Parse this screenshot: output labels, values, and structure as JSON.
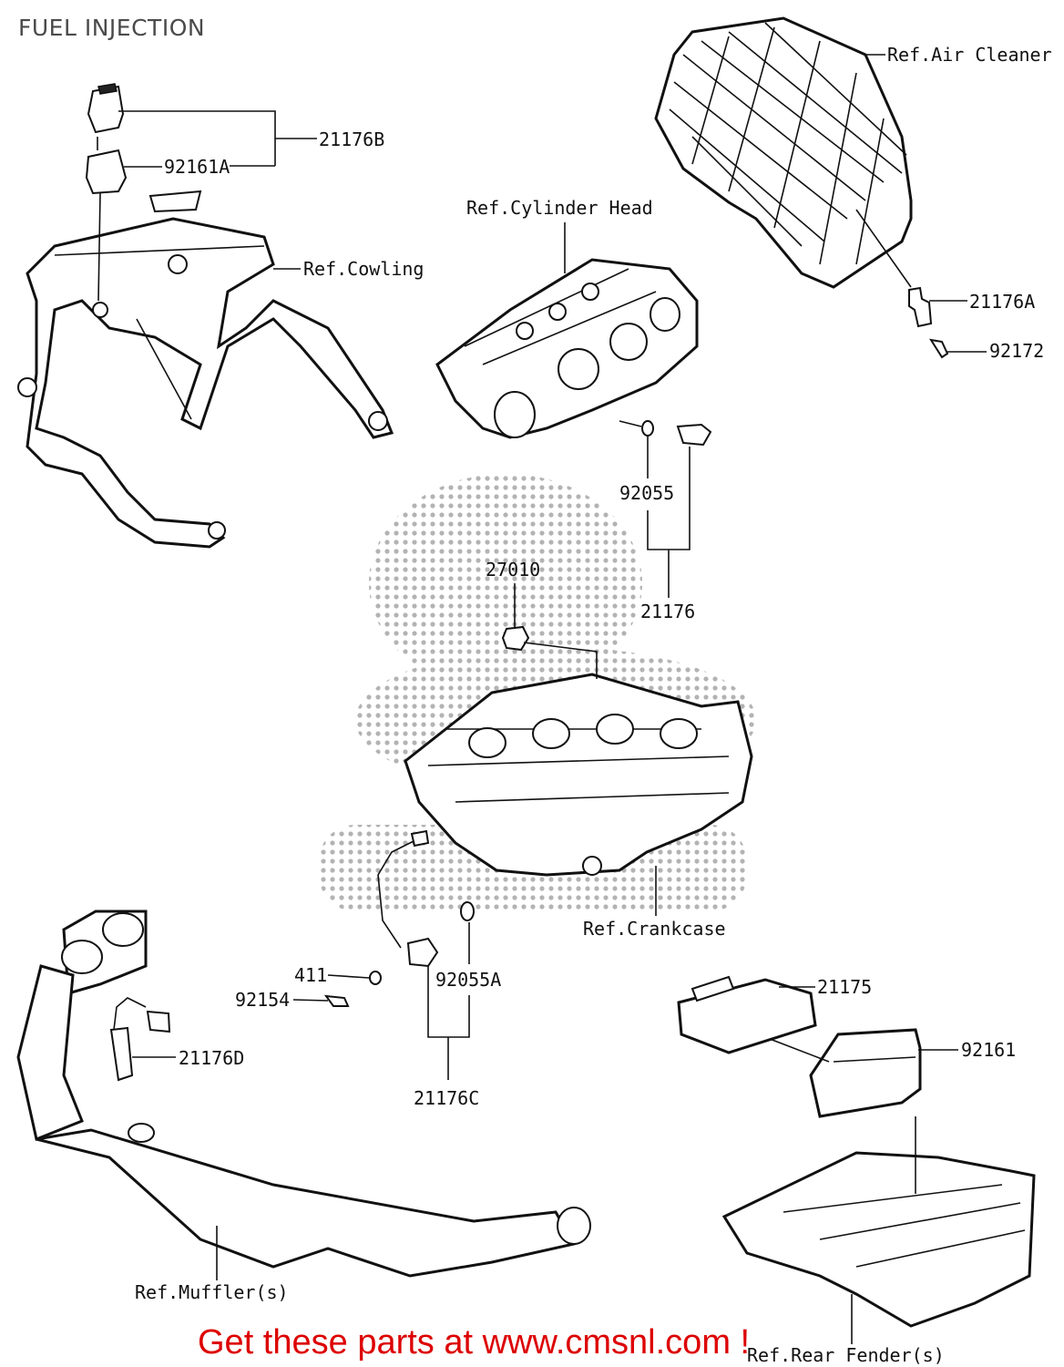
{
  "title": "FUEL INJECTION",
  "footer": "Get these parts at www.cmsnl.com !",
  "labels": {
    "ref_air_cleaner": "Ref.Air Cleaner",
    "p21176B": "21176B",
    "p92161A": "92161A",
    "ref_cylinder_head": "Ref.Cylinder Head",
    "ref_cowling": "Ref.Cowling",
    "p21176A": "21176A",
    "p92172": "92172",
    "p92055": "92055",
    "p27010": "27010",
    "p21176": "21176",
    "ref_crankcase": "Ref.Crankcase",
    "p411": "411",
    "p92055A": "92055A",
    "p92154": "92154",
    "p21176D": "21176D",
    "p21176C": "21176C",
    "p21175": "21175",
    "p92161": "92161",
    "ref_mufflers": "Ref.Muffler(s)",
    "ref_rear_fender": "Ref.Rear Fender(s)"
  },
  "colors": {
    "footer": "#dd0000",
    "line": "#111111",
    "title": "#4a4a4a"
  }
}
